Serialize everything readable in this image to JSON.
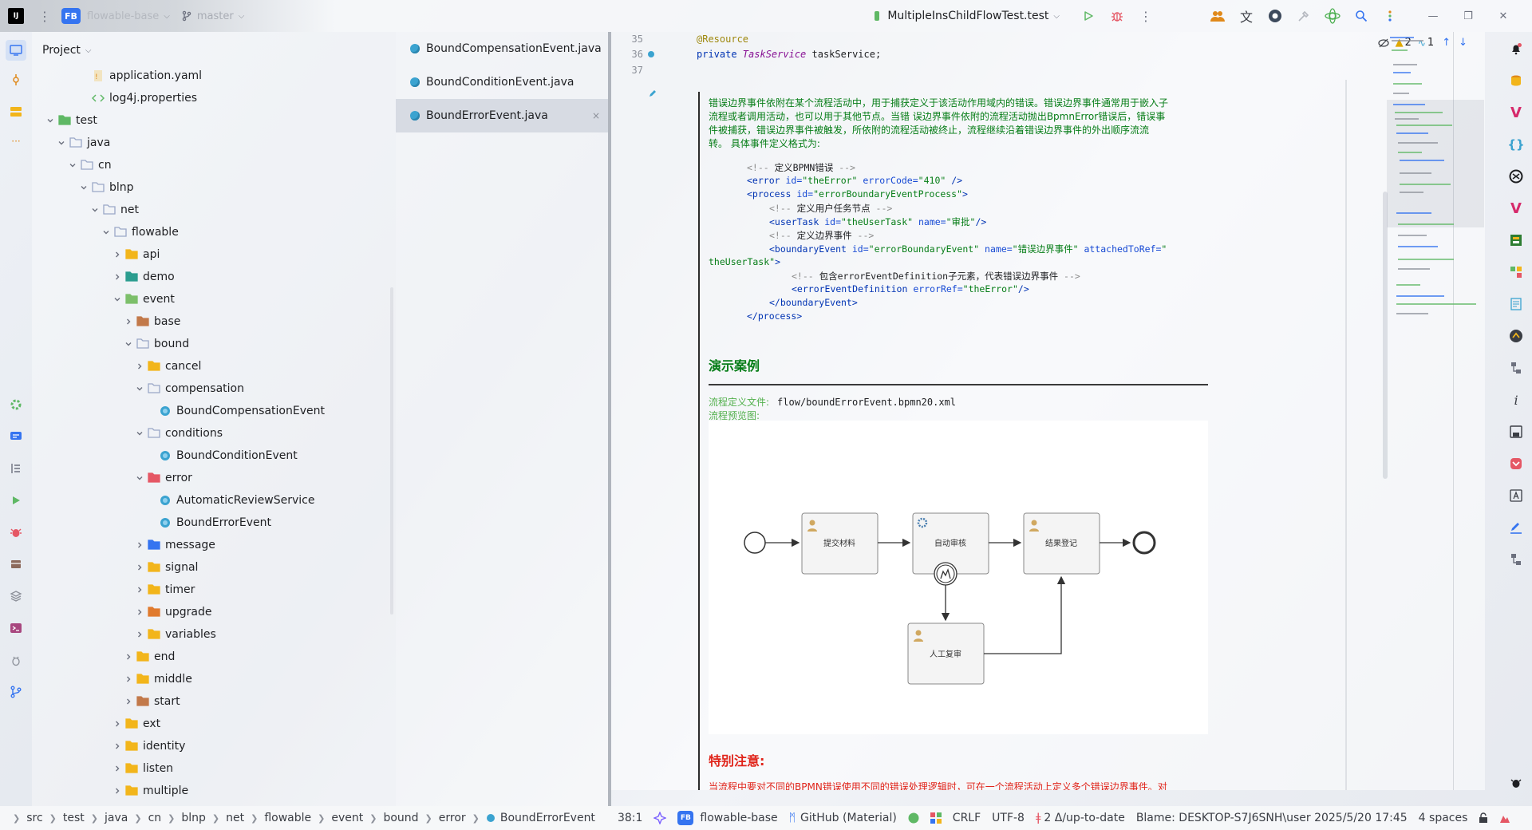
{
  "titlebar": {
    "app_logo": "IJ",
    "project_badge": "FB",
    "project_name": "flowable-base",
    "branch": "master",
    "run_config": "MultipleInsChildFlowTest.test",
    "icons": [
      "run-icon",
      "debug-icon",
      "more-icon",
      "collab-icon",
      "translate-icon",
      "record-icon",
      "build-icon",
      "ai-assistant-icon",
      "search-icon",
      "settings-icon"
    ],
    "window_controls": [
      "minimize",
      "restore",
      "close"
    ]
  },
  "project_panel": {
    "title": "Project",
    "tree": [
      {
        "label": "application.yaml",
        "depth": 5,
        "icon": "yaml"
      },
      {
        "label": "log4j.properties",
        "depth": 5,
        "icon": "properties"
      },
      {
        "label": "test",
        "depth": 2,
        "icon": "test-folder",
        "open": true
      },
      {
        "label": "java",
        "depth": 3,
        "icon": "java-folder",
        "open": true
      },
      {
        "label": "cn",
        "depth": 4,
        "icon": "package",
        "open": true
      },
      {
        "label": "blnp",
        "depth": 5,
        "icon": "package",
        "open": true
      },
      {
        "label": "net",
        "depth": 6,
        "icon": "package",
        "open": true
      },
      {
        "label": "flowable",
        "depth": 7,
        "icon": "package",
        "open": true
      },
      {
        "label": "api",
        "depth": 8,
        "icon": "folder-yellow",
        "open": false
      },
      {
        "label": "demo",
        "depth": 8,
        "icon": "folder-teal",
        "open": false
      },
      {
        "label": "event",
        "depth": 8,
        "icon": "folder-green",
        "open": true
      },
      {
        "label": "base",
        "depth": 9,
        "icon": "folder-brown",
        "open": false
      },
      {
        "label": "bound",
        "depth": 9,
        "icon": "package",
        "open": true
      },
      {
        "label": "cancel",
        "depth": 10,
        "icon": "folder-yellow",
        "open": false
      },
      {
        "label": "compensation",
        "depth": 10,
        "icon": "package",
        "open": true
      },
      {
        "label": "BoundCompensationEvent",
        "depth": 11,
        "icon": "class"
      },
      {
        "label": "conditions",
        "depth": 10,
        "icon": "package",
        "open": true
      },
      {
        "label": "BoundConditionEvent",
        "depth": 11,
        "icon": "class"
      },
      {
        "label": "error",
        "depth": 10,
        "icon": "folder-red",
        "open": true
      },
      {
        "label": "AutomaticReviewService",
        "depth": 11,
        "icon": "class"
      },
      {
        "label": "BoundErrorEvent",
        "depth": 11,
        "icon": "class"
      },
      {
        "label": "message",
        "depth": 10,
        "icon": "folder-blue",
        "open": false
      },
      {
        "label": "signal",
        "depth": 10,
        "icon": "folder-yellow",
        "open": false
      },
      {
        "label": "timer",
        "depth": 10,
        "icon": "folder-yellow",
        "open": false
      },
      {
        "label": "upgrade",
        "depth": 10,
        "icon": "folder-orange",
        "open": false
      },
      {
        "label": "variables",
        "depth": 10,
        "icon": "folder-yellow",
        "open": false
      },
      {
        "label": "end",
        "depth": 9,
        "icon": "folder-yellow",
        "open": false
      },
      {
        "label": "middle",
        "depth": 9,
        "icon": "folder-yellow",
        "open": false
      },
      {
        "label": "start",
        "depth": 9,
        "icon": "folder-brown",
        "open": false
      },
      {
        "label": "ext",
        "depth": 8,
        "icon": "folder-yellow",
        "open": false
      },
      {
        "label": "identity",
        "depth": 8,
        "icon": "folder-yellow",
        "open": false
      },
      {
        "label": "listen",
        "depth": 8,
        "icon": "folder-yellow",
        "open": false
      },
      {
        "label": "multiple",
        "depth": 8,
        "icon": "folder-yellow",
        "open": false
      }
    ]
  },
  "tabs": [
    {
      "label": "BoundCompensationEvent.java",
      "active": false
    },
    {
      "label": "BoundConditionEvent.java",
      "active": false
    },
    {
      "label": "BoundErrorEvent.java",
      "active": true,
      "close": "×"
    }
  ],
  "editor": {
    "line_numbers": [
      "35",
      "36",
      "37"
    ],
    "code": [
      {
        "text": "@Resource"
      },
      {
        "kw": "private ",
        "type": "TaskService",
        "rest": " taskService;"
      }
    ],
    "inspection": {
      "warnings": "2",
      "weak": "1"
    },
    "doc": {
      "intro_lines": [
        "错误边界事件依附在某个流程活动中，用于捕获定义于该活动作用域内的错误。错误边界事件通常用于嵌入子",
        "流程或者调用活动，也可以用于其他节点。当错 误边界事件依附的流程活动抛出BpmnError错误后，错误事",
        "件被捕获，错误边界事件被触发，所依附的流程活动被终止，流程继续沿着错误边界事件的外出顺序流流",
        "转。 具体事件定义格式为:"
      ],
      "xml": [
        {
          "indent": 0,
          "comment": "<!-- ",
          "body": "定义BPMN错误",
          "end": " -->"
        },
        {
          "indent": 0,
          "tag": "<error ",
          "attrs": [
            [
              "id=",
              "\"theError\""
            ],
            [
              " errorCode=",
              "\"410\""
            ]
          ],
          "close": " />"
        },
        {
          "indent": 0,
          "tag": "<process ",
          "attrs": [
            [
              "id=",
              "\"errorBoundaryEventProcess\""
            ]
          ],
          "close": ">"
        },
        {
          "indent": 1,
          "comment": "<!-- ",
          "body": "定义用户任务节点",
          "end": " -->"
        },
        {
          "indent": 1,
          "tag": "<userTask ",
          "attrs": [
            [
              "id=",
              "\"theUserTask\""
            ],
            [
              " name=",
              "\"审批\""
            ]
          ],
          "close": "/>"
        },
        {
          "indent": 1,
          "comment": "<!-- ",
          "body": "定义边界事件",
          "end": " -->"
        },
        {
          "indent": 1,
          "tag": "<boundaryEvent ",
          "attrs": [
            [
              "id=",
              "\"errorBoundaryEvent\""
            ],
            [
              " name=",
              "\"错误边界事件\""
            ],
            [
              " attachedToRef=",
              "\""
            ]
          ],
          "close": ""
        },
        {
          "indent": -1,
          "tag": "",
          "attrs": [
            [
              "",
              "theUserTask\""
            ]
          ],
          "close": ">"
        },
        {
          "indent": 2,
          "comment": "<!-- ",
          "body": "包含errorEventDefinition子元素，代表错误边界事件",
          "end": " -->"
        },
        {
          "indent": 2,
          "tag": "<errorEventDefinition ",
          "attrs": [
            [
              "errorRef=",
              "\"theError\""
            ]
          ],
          "close": "/>"
        },
        {
          "indent": 1,
          "tag": "</boundaryEvent>",
          "attrs": [],
          "close": ""
        },
        {
          "indent": 0,
          "tag": "</process>",
          "attrs": [],
          "close": ""
        }
      ],
      "demo_heading": "演示案例",
      "def_file_label": "流程定义文件:",
      "def_file_value": "flow/boundErrorEvent.bpmn20.xml",
      "preview_label": "流程预览图:",
      "diagram": {
        "tasks": [
          "提交材料",
          "自动审核",
          "结果登记",
          "人工复审"
        ]
      },
      "note_heading": "特别注意:",
      "note_text": "当流程中要对不同的BPMN错误使用不同的错误处理逻辑时，可在一个流程活动上定义多个错误边界事件。对"
    }
  },
  "statusbar": {
    "breadcrumb": [
      "src",
      "test",
      "java",
      "cn",
      "blnp",
      "net",
      "flowable",
      "event",
      "bound",
      "error",
      "BoundErrorEvent"
    ],
    "position": "38:1",
    "project_badge": "FB",
    "project": "flowable-base",
    "theme": "GitHub (Material)",
    "line_sep": "CRLF",
    "encoding": "UTF-8",
    "vcs": "2 Δ/up-to-date",
    "blame": "Blame: DESKTOP-S7J6SNH\\user 2025/5/20 17:45",
    "indent": "4 spaces"
  },
  "colors": {
    "accent": "#3574f0",
    "doc_green": "#067d17",
    "note_red": "#e0241a"
  }
}
